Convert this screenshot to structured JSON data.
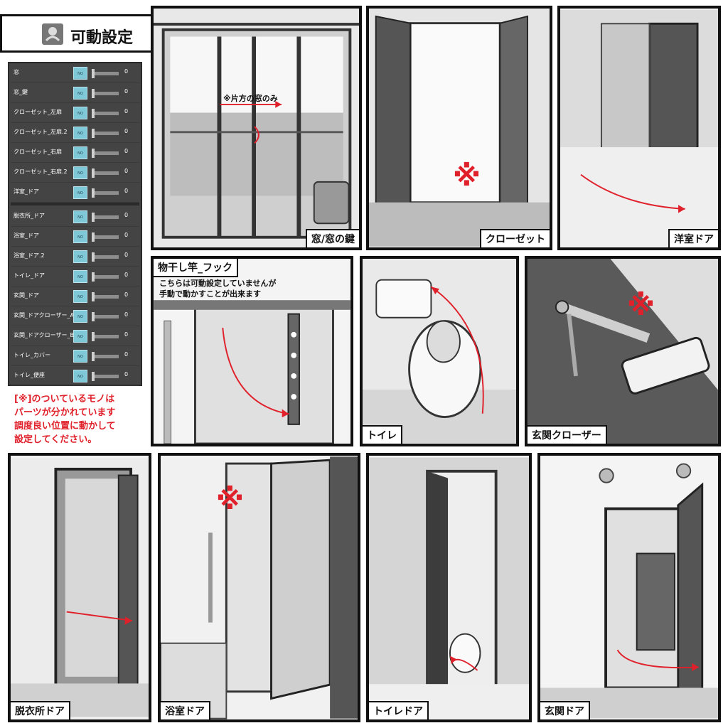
{
  "header": {
    "title": "可動設定",
    "icon": "toggle-icon"
  },
  "settings": {
    "items": [
      {
        "label": "窓",
        "value": "0"
      },
      {
        "label": "窓_鍵",
        "value": "0"
      },
      {
        "label": "クローゼット_左扉",
        "value": "0"
      },
      {
        "label": "クローゼット_左扉.2",
        "value": "0"
      },
      {
        "label": "クローゼット_右扉",
        "value": "0"
      },
      {
        "label": "クローゼット_右扉.2",
        "value": "0"
      },
      {
        "label": "洋室_ドア",
        "value": "0"
      },
      {
        "label": "脱衣所_ドア",
        "value": "0"
      },
      {
        "label": "浴室_ドア",
        "value": "0"
      },
      {
        "label": "浴室_ドア.2",
        "value": "0"
      },
      {
        "label": "トイレ_ドア",
        "value": "0"
      },
      {
        "label": "玄関_ドア",
        "value": "0"
      },
      {
        "label": "玄関_ドアクローザー_A",
        "value": "0"
      },
      {
        "label": "玄関_ドアクローザー_B",
        "value": "0"
      },
      {
        "label": "トイレ_カバー",
        "value": "0"
      },
      {
        "label": "トイレ_便座",
        "value": "0"
      }
    ],
    "toggle_text": "NO"
  },
  "note": {
    "lines": [
      "[※]のついているモノは",
      "パーツが分かれています",
      "調度良い位置に動かして",
      "設定してください。"
    ]
  },
  "panels": {
    "window": {
      "caption": "窓/窓の鍵",
      "annotation": "※片方の窓のみ"
    },
    "closet": {
      "caption": "クローゼット",
      "mark": "※"
    },
    "western_door": {
      "caption": "洋室ドア"
    },
    "pole": {
      "caption": "物干し竿_フック",
      "text1": "こちらは可動設定していませんが",
      "text2": "手動で動かすことが出来ます"
    },
    "toilet": {
      "caption": "トイレ"
    },
    "closer": {
      "caption": "玄関クローザー",
      "mark": "※"
    },
    "dressing_door": {
      "caption": "脱衣所ドア"
    },
    "bath_door": {
      "caption": "浴室ドア",
      "mark": "※"
    },
    "toilet_door": {
      "caption": "トイレドア"
    },
    "entrance_door": {
      "caption": "玄関ドア"
    }
  },
  "colors": {
    "accent": "#e0202a",
    "panel_bg": "#444444",
    "toggle": "#7fc8d8"
  }
}
